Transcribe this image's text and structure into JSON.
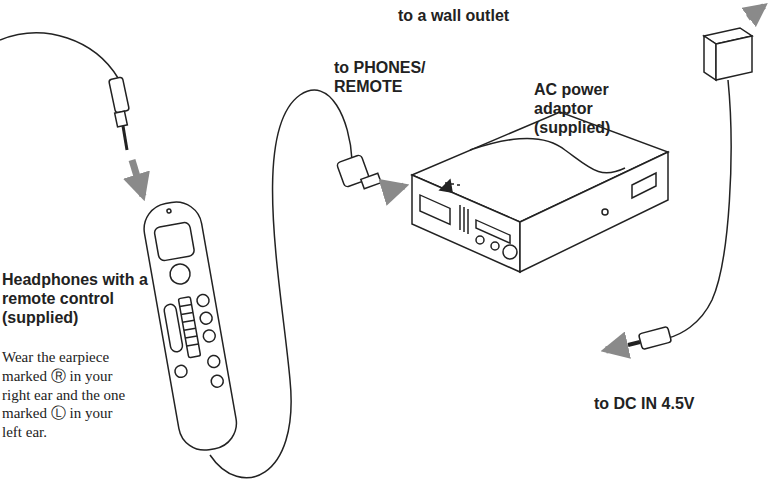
{
  "diagram": {
    "labels": [
      "to a wall outlet",
      "to PHONES/ REMOTE",
      "AC power adaptor (supplied)",
      "Headphones with a remote control (supplied)",
      "Wear the earpiece marked Ⓡ in your right ear and the one marked Ⓛ in your left ear.",
      "to DC IN 4.5V"
    ]
  }
}
